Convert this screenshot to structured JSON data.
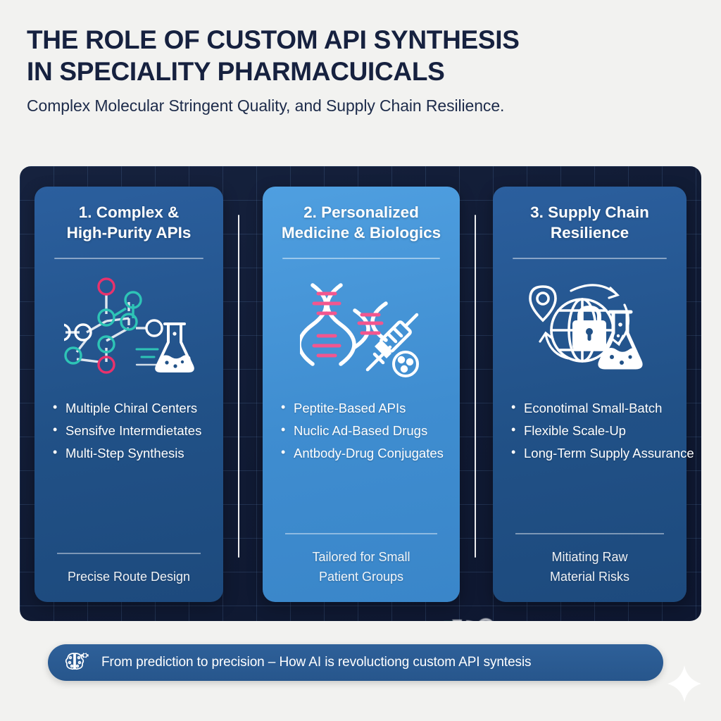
{
  "header": {
    "title_line1": "THE ROLE OF CUSTOM API SYNTHESIS",
    "title_line2": "IN SPECIALITY PHARMACUICALS",
    "subtitle": "Complex Molecular Stringent Quality, and Supply Chain Resilience."
  },
  "cards": [
    {
      "title_line1": "1. Complex &",
      "title_line2": "High-Purity APIs",
      "icon": "molecule-flask-icon",
      "bullets": [
        "Multiple Chiral Centers",
        "Sensifve Intermdietates",
        "Multi-Step Synthesis"
      ],
      "footer_line1": "Precise Route Design",
      "footer_line2": "",
      "bg_color": "#215187"
    },
    {
      "title_line1": "2. Personalized",
      "title_line2": "Medicine & Biologics",
      "icon": "dna-syringe-icon",
      "bullets": [
        "Peptite-Based APIs",
        "Nuclic Ad-Based Drugs",
        "Antbody-Drug Conjugates"
      ],
      "footer_line1": "Tailored for Small",
      "footer_line2": "Patient Groups",
      "bg_color": "#3f8dd0"
    },
    {
      "title_line1": "3. Supply Chain",
      "title_line2": "Resilience",
      "icon": "globe-lock-flask-icon",
      "bullets": [
        "Econotimal Small-Batch",
        "Flexible Scale-Up",
        "Long-Term Supply Assurance"
      ],
      "footer_line1": "Mitiating Raw",
      "footer_line2": "Material Risks",
      "bg_color": "#215187"
    }
  ],
  "banner": {
    "icon": "brain-gear-icon",
    "text": "From prediction to precision – How AI is revoluctiong custom API syntesis"
  },
  "colors": {
    "page_background": "#f2f2f0",
    "panel_background": "#16223e",
    "title_text": "#16213f",
    "accent_pink": "#e8326c",
    "accent_teal": "#2ec4b6",
    "card_dark_blue": "#215187",
    "card_light_blue": "#3f8dd0",
    "banner_blue": "#2e6099"
  }
}
